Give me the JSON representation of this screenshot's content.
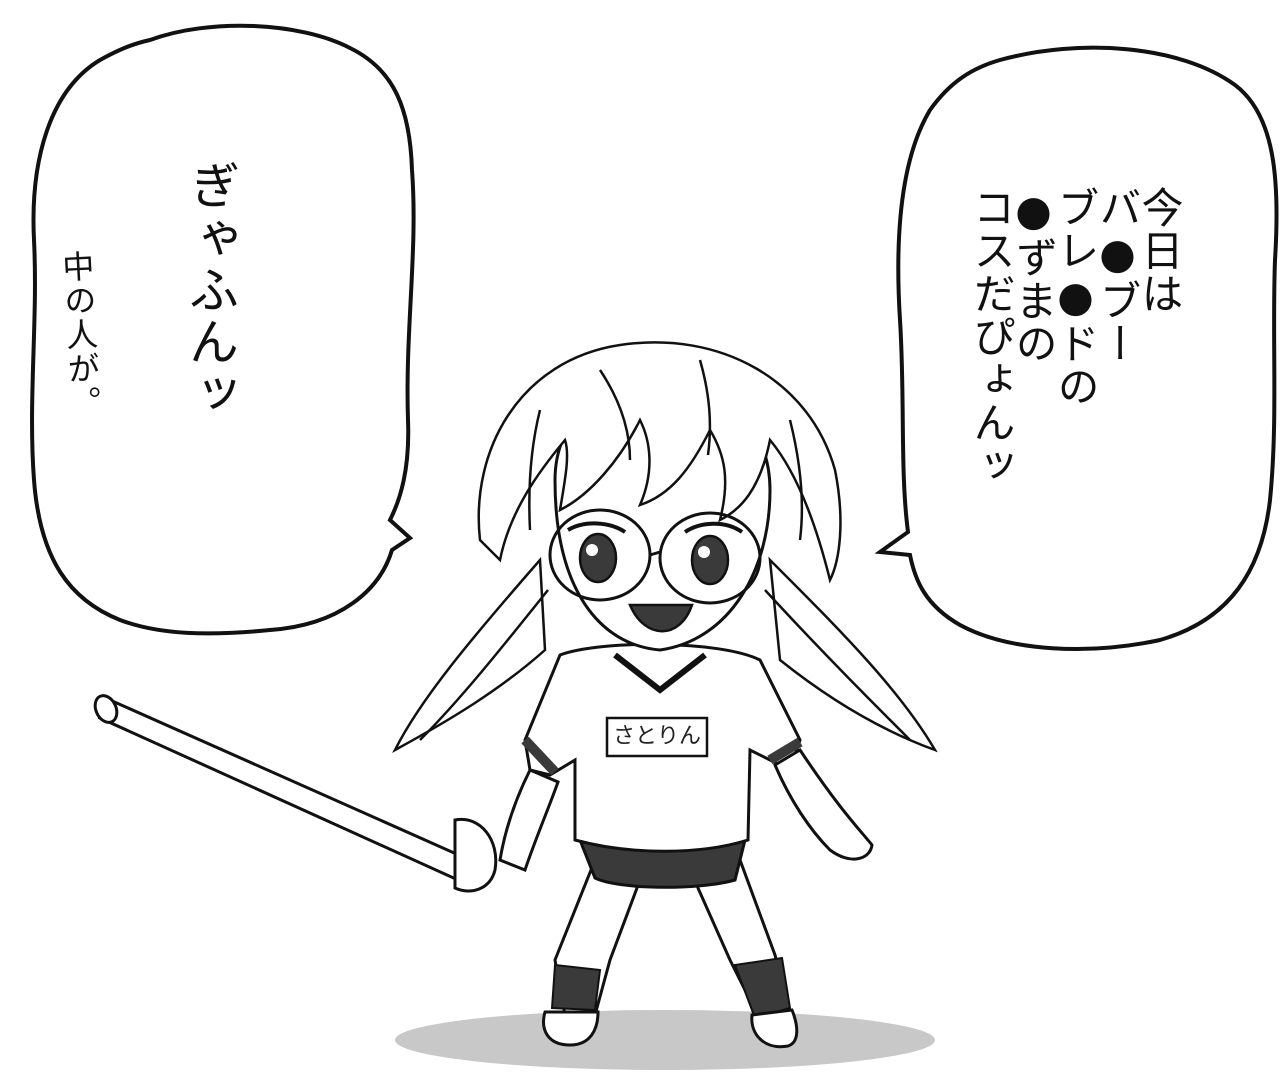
{
  "speech_left": {
    "main": "ぎゃふんッ",
    "handwritten": "中の人が。"
  },
  "speech_right": {
    "lines": [
      "今日は",
      "バ●ブー",
      "ブレ●ドの",
      "●ずまの",
      "コスだぴょんッ"
    ]
  },
  "character": {
    "nametag": "さとりん"
  },
  "colors": {
    "ink": "#111111",
    "paper": "#ffffff",
    "shadow": "#c8c8c8",
    "screentone": "#3a3a3a"
  }
}
